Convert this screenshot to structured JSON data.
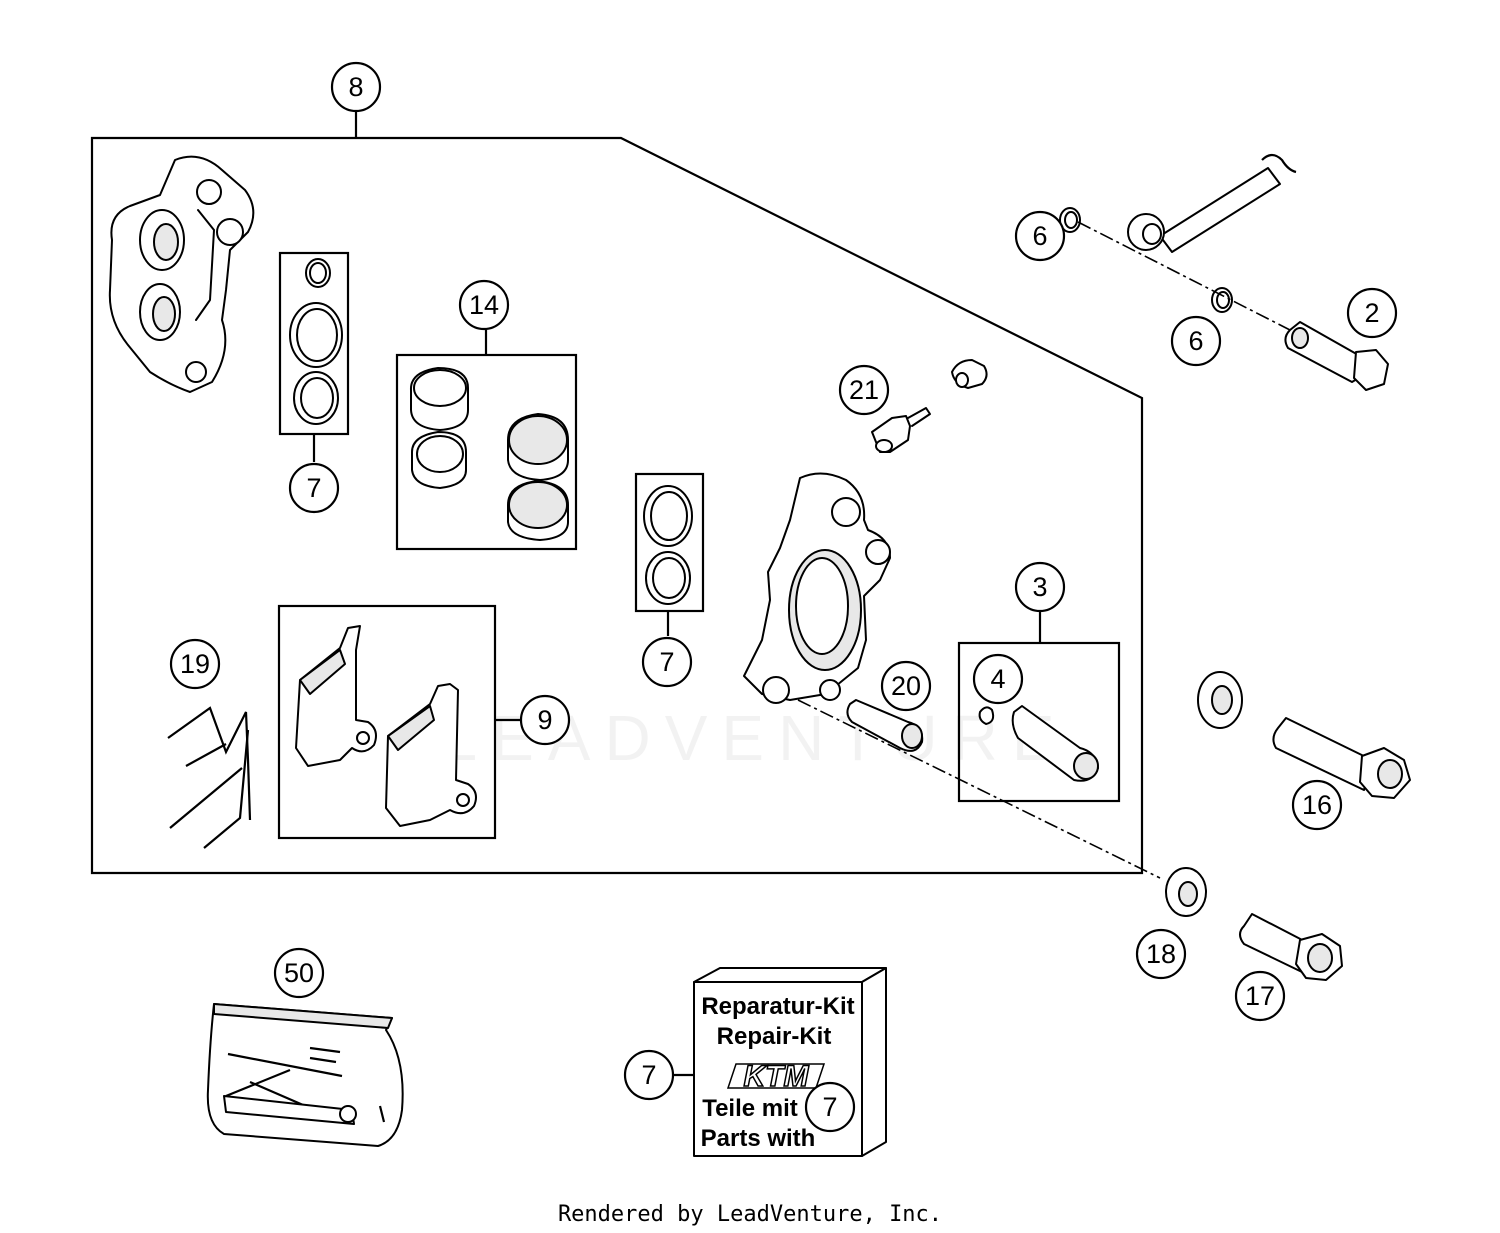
{
  "callouts": {
    "c8": "8",
    "c14": "14",
    "c7a": "7",
    "c7b": "7",
    "c7c": "7",
    "c7d": "7",
    "c21": "21",
    "c6a": "6",
    "c6b": "6",
    "c2": "2",
    "c3": "3",
    "c4": "4",
    "c20": "20",
    "c19": "19",
    "c9": "9",
    "c16": "16",
    "c18": "18",
    "c17": "17",
    "c50": "50"
  },
  "repair_kit": {
    "line1": "Reparatur-Kit",
    "line2": "Repair-Kit",
    "logo": "KTM",
    "line3": "Teile mit",
    "line4": "Parts with"
  },
  "watermark": "LEADVENTURE",
  "footer": "Rendered by LeadVenture, Inc."
}
